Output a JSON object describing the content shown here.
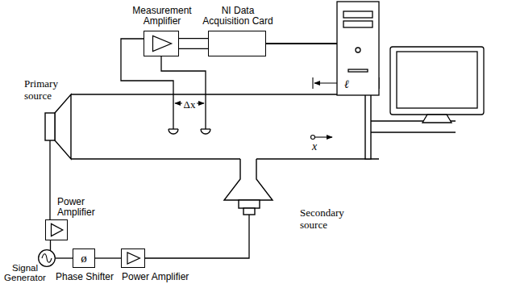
{
  "diagram": {
    "nodes": [
      {
        "text": [
          "Measurement Amplifier"
        ]
      },
      {
        "text": [
          "NI Data Acquisition Card"
        ]
      },
      {
        "text": [
          "Power Amplifier"
        ]
      },
      {
        "text": [
          "Signal Generator"
        ]
      },
      {
        "text": [
          "ø",
          "Phase Shifter"
        ]
      },
      {
        "text": [
          "Power Amplifier"
        ]
      }
    ],
    "edges": [
      {
        "from": 0,
        "to": 1,
        "arrow": "none"
      },
      {
        "from": 3,
        "to": 2,
        "arrow": "none"
      },
      {
        "from": 3,
        "to": 4,
        "arrow": "none"
      },
      {
        "from": 4,
        "to": 5,
        "arrow": "none"
      }
    ],
    "labels": [
      "Primary source",
      "Δx",
      "ℓ",
      "x",
      "Secondary source"
    ]
  }
}
